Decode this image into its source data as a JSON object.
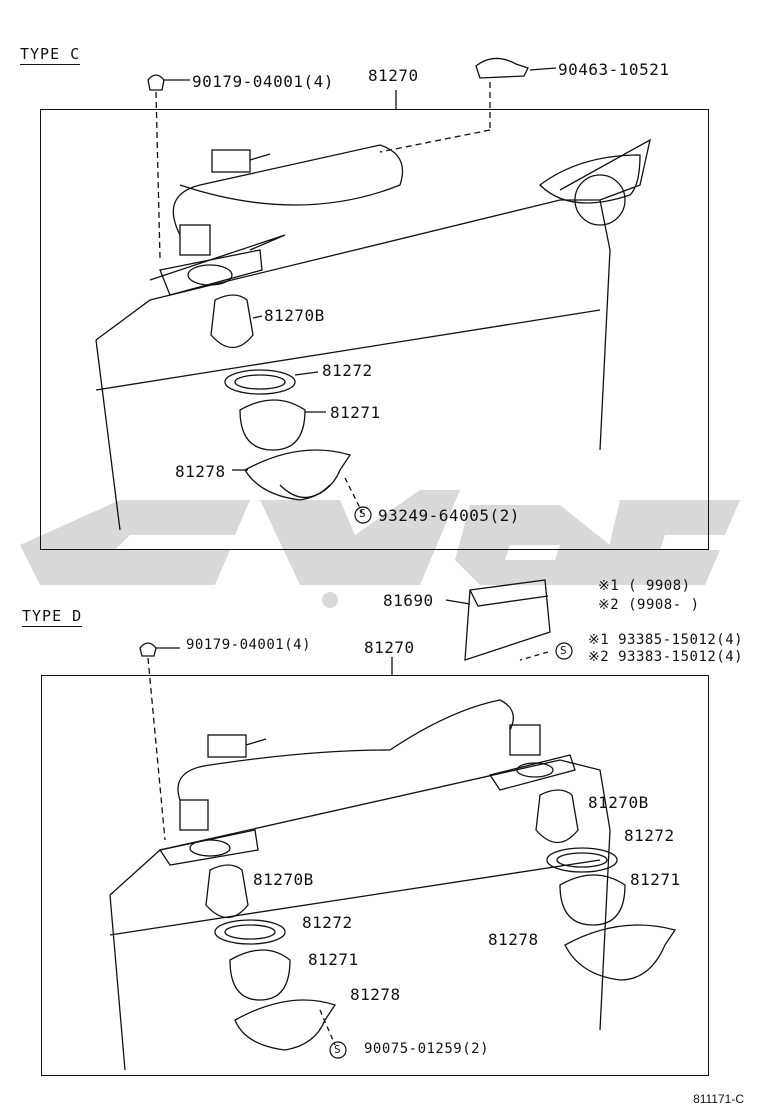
{
  "section_c": {
    "type_label": "TYPE C",
    "assembly": "81270",
    "clip": "90179-04001(4)",
    "clamp": "90463-10521",
    "bulb": "81270B",
    "gasket": "81272",
    "lens": "81271",
    "housing": "81278",
    "screw": "93249-64005(2)"
  },
  "middle": {
    "part": "81690",
    "note1": "※1 (        9908)",
    "note2": "※2 (9908-        )",
    "screw1": "※1 93385-15012(4)",
    "screw2": "※2 93383-15012(4)",
    "s_symbol": "S"
  },
  "section_d": {
    "type_label": "TYPE D",
    "assembly": "81270",
    "clip": "90179-04001(4)",
    "bulb_left": "81270B",
    "gasket_left": "81272",
    "lens_left": "81271",
    "housing_left": "81278",
    "bulb_right": "81270B",
    "gasket_right": "81272",
    "lens_right": "81271",
    "housing_right": "81278",
    "screw": "90075-01259(2)"
  },
  "diagram_code": "811171-C",
  "watermark_color": "#d7d7d7"
}
